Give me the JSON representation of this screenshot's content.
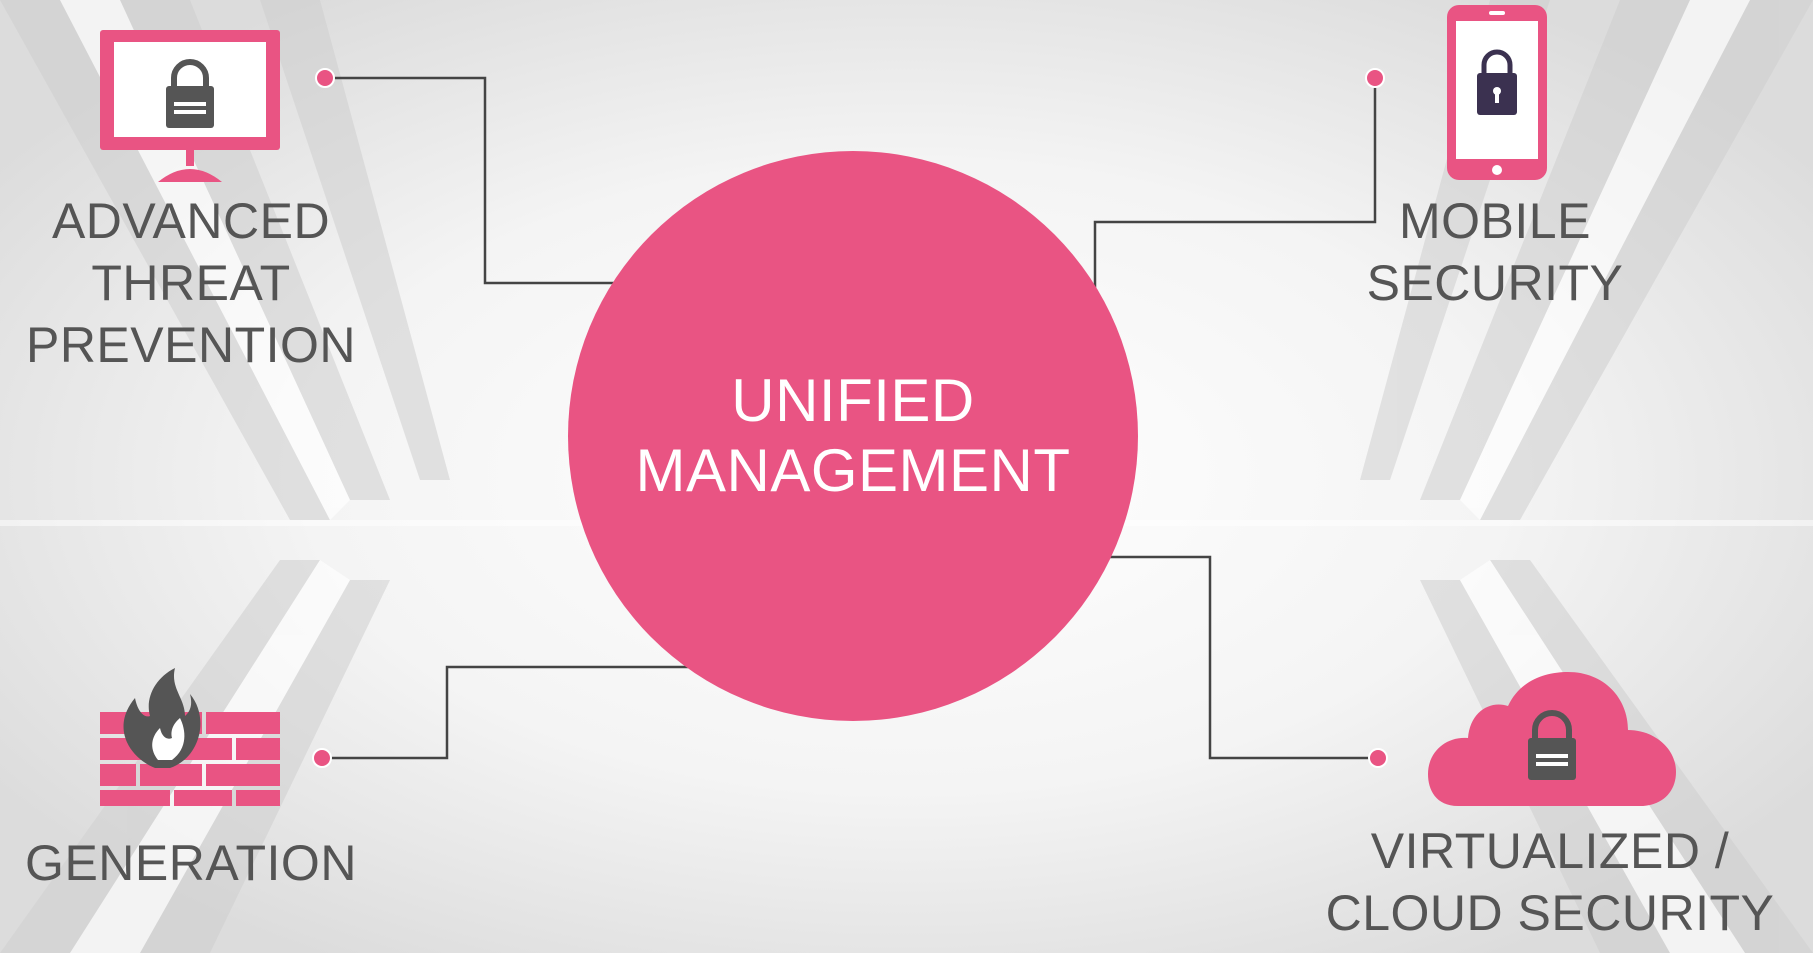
{
  "center": {
    "title_line1": "UNIFIED",
    "title_line2": "MANAGEMENT"
  },
  "nodes": {
    "threat": {
      "line1": "ADVANCED",
      "line2": "THREAT",
      "line3": "PREVENTION",
      "icon": "monitor-lock-icon"
    },
    "mobile": {
      "line1": "MOBILE",
      "line2": "SECURITY",
      "icon": "smartphone-lock-icon"
    },
    "firewall": {
      "line1": "GENERATION",
      "icon": "firewall-icon"
    },
    "cloud": {
      "line1": "VIRTUALIZED /",
      "line2": "CLOUD SECURITY",
      "icon": "cloud-lock-icon"
    }
  },
  "colors": {
    "accent": "#e95483",
    "text": "#555555",
    "icon_dark": "#555555",
    "phone_lock": "#3b3150",
    "connector": "#444444"
  }
}
